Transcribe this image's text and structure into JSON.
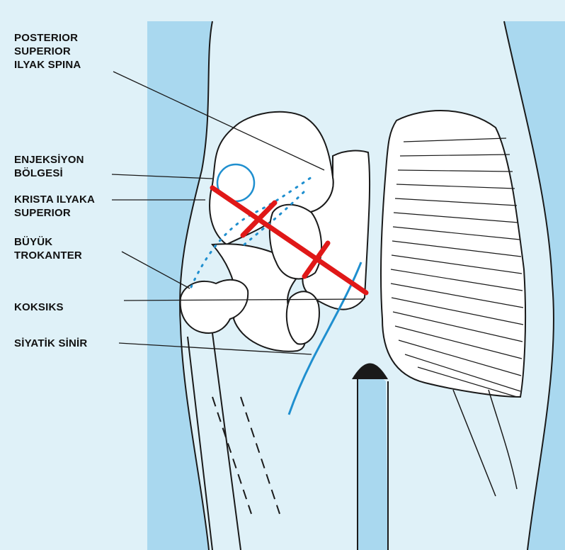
{
  "labels": {
    "psis_1": "POSTERIOR",
    "psis_2": "SUPERIOR",
    "psis_3": "ILYAK SPINA",
    "inj_1": "ENJEKSİYON",
    "inj_2": "BÖLGESİ",
    "crest_1": "KRISTA ILYAKA",
    "crest_2": "SUPERIOR",
    "troch_1": "BÜYÜK",
    "troch_2": "TROKANTER",
    "coccyx": "KOKSIKS",
    "sciatic": "SİYATİK SİNİR"
  },
  "colors": {
    "background": "#dff1f8",
    "skin_edge": "#a9d8ef",
    "nerve": "#1f8fcf",
    "marker": "#e01818",
    "outline": "#1a1a1a"
  }
}
